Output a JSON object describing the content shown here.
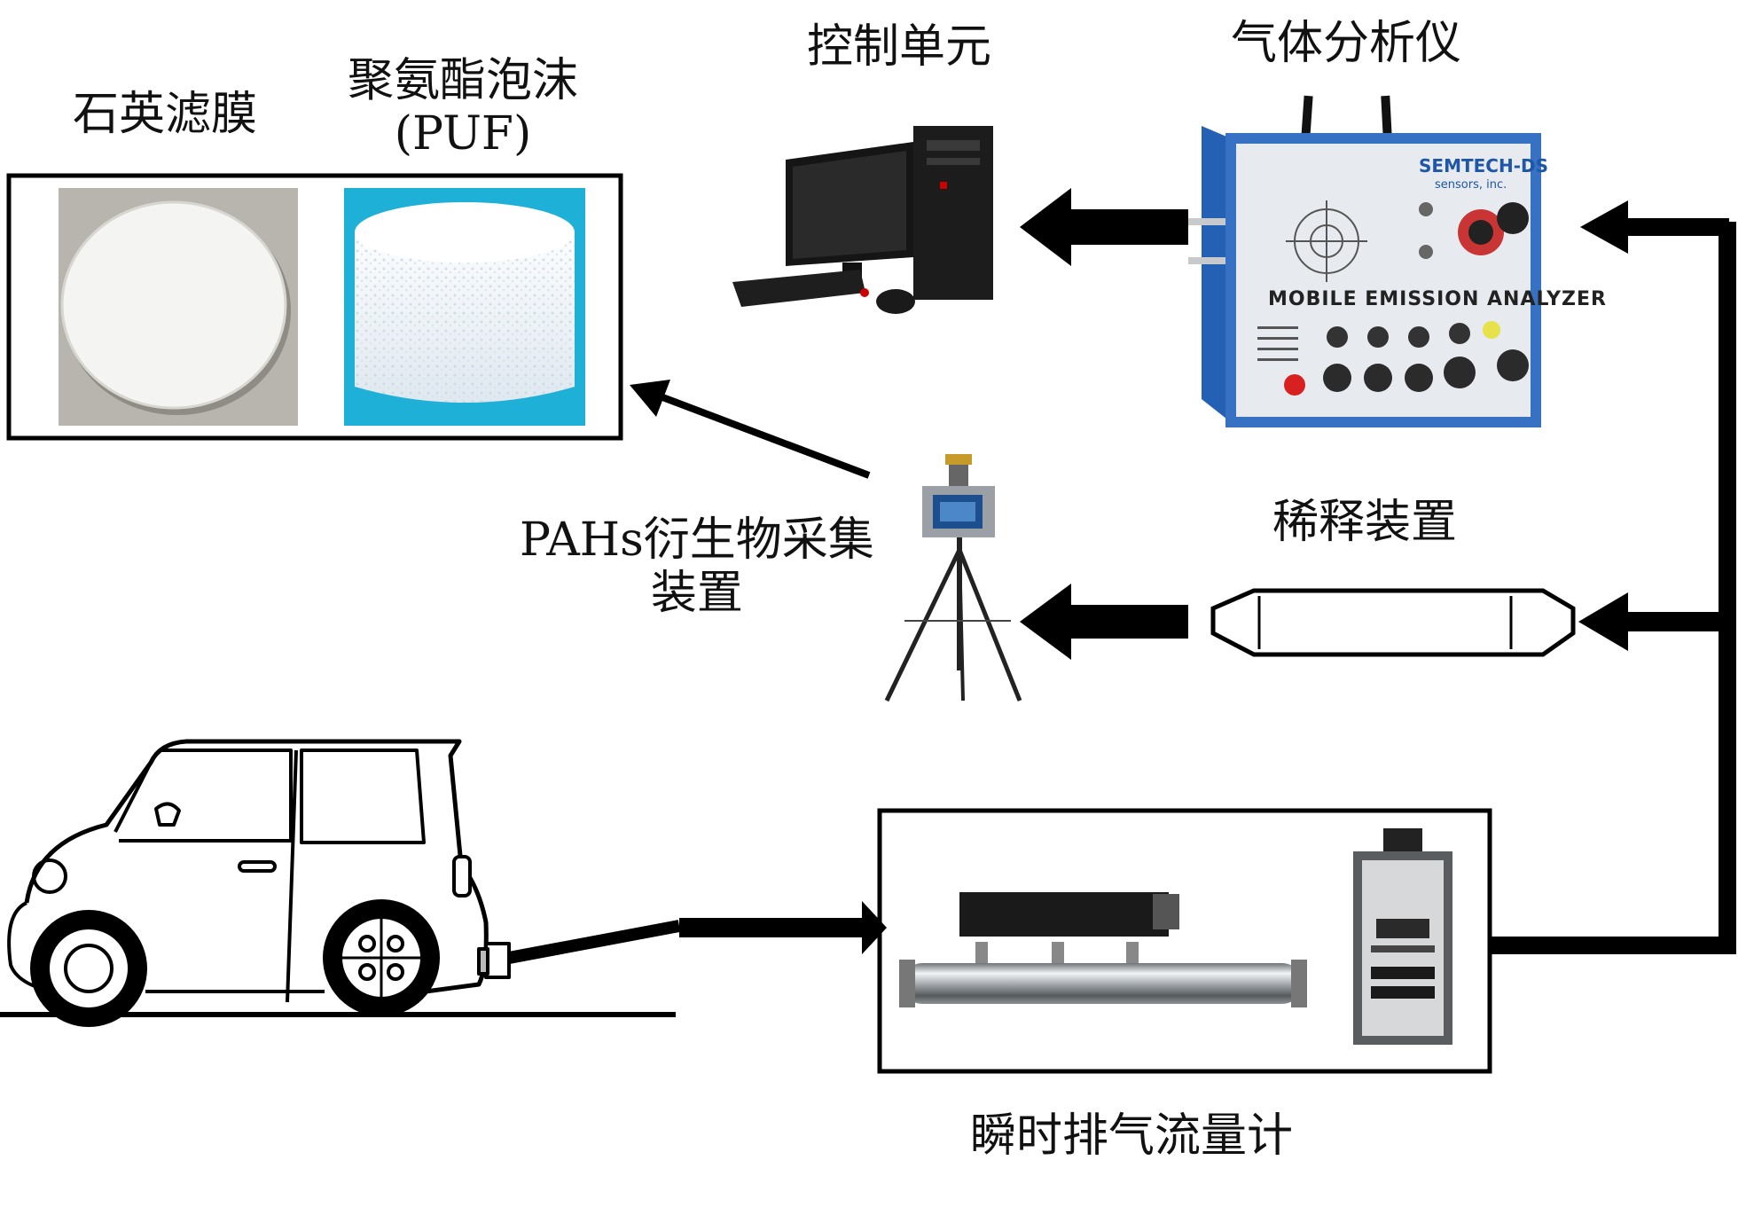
{
  "labels": {
    "quartz_filter": "石英滤膜",
    "puf_line1": "聚氨酯泡沫",
    "puf_line2": "(PUF)",
    "control_unit": "控制单元",
    "gas_analyzer": "气体分析仪",
    "pahs_line1": "PAHs衍生物采集",
    "pahs_line2": "装置",
    "dilution": "稀释装置",
    "flowmeter": "瞬时排气流量计"
  },
  "device_text": {
    "analyzer_brand": "SEMTECH-DS",
    "analyzer_sub": "sensors, inc.",
    "analyzer_name": "MOBILE EMISSION ANALYZER"
  }
}
